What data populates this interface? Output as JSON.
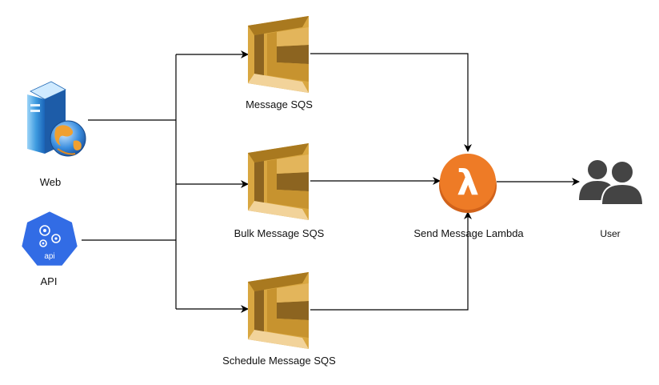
{
  "diagram": {
    "nodes": {
      "web": {
        "label": "Web",
        "icon": "web-server-globe-icon"
      },
      "api": {
        "label": "API",
        "icon": "kubernetes-api-icon",
        "badge": "api"
      },
      "message_sqs": {
        "label": "Message SQS",
        "icon": "sqs-queue-icon"
      },
      "bulk_sqs": {
        "label": "Bulk Message SQS",
        "icon": "sqs-queue-icon"
      },
      "schedule_sqs": {
        "label": "Schedule Message SQS",
        "icon": "sqs-queue-icon"
      },
      "lambda": {
        "label": "Send Message Lambda",
        "icon": "lambda-icon",
        "symbol": "λ"
      },
      "user": {
        "label": "User",
        "icon": "users-icon"
      }
    },
    "edges": [
      {
        "from": "web",
        "to": "message_sqs"
      },
      {
        "from": "web",
        "to": "bulk_sqs"
      },
      {
        "from": "api",
        "to": "bulk_sqs"
      },
      {
        "from": "api",
        "to": "schedule_sqs"
      },
      {
        "from": "message_sqs",
        "to": "lambda"
      },
      {
        "from": "bulk_sqs",
        "to": "lambda"
      },
      {
        "from": "schedule_sqs",
        "to": "lambda"
      },
      {
        "from": "lambda",
        "to": "user"
      }
    ],
    "colors": {
      "sqs_top": "#D9A741",
      "sqs_mid": "#C7932F",
      "sqs_dark": "#8C6420",
      "sqs_light": "#F2D39A",
      "lambda": "#EE7B26",
      "lambda_edge": "#D1621A",
      "api_blue": "#326CE5",
      "user_gray": "#444444",
      "line": "#000000"
    }
  }
}
